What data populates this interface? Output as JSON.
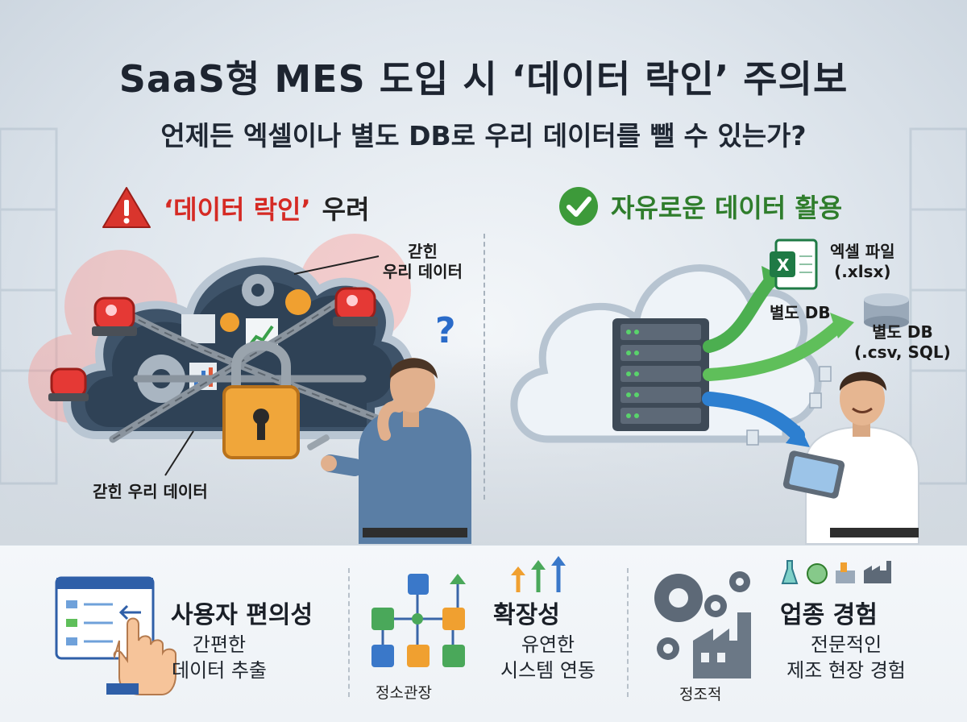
{
  "title": "SaaS형 MES 도입 시 ‘데이터 락인’ 주의보",
  "subtitle": "언제든 엑셀이나 별도 DB로 우리 데이터를 뺄 수 있는가?",
  "left_section": {
    "heading_quoted": "‘데이터 락인’",
    "heading_rest": "우려",
    "label_top_line1": "갇힌",
    "label_top_line2": "우리 데이터",
    "label_bottom": "갇힌 우리 데이터",
    "question_mark": "?"
  },
  "right_section": {
    "heading": "자유로운 데이터 활용",
    "excel_label_line1": "엑셀 파일",
    "excel_label_line2": "(.xlsx)",
    "excel_short": "별도 DB",
    "db_label_line1": "별도 DB",
    "db_label_line2": "(.csv, SQL)"
  },
  "features": [
    {
      "title": "사용자 편의성",
      "desc_line1": "간편한",
      "desc_line2": "데이터 추출"
    },
    {
      "title": "확장성",
      "desc_line1": "유연한",
      "desc_line2": "시스템 연동",
      "caption": "정소관장"
    },
    {
      "title": "업종 경험",
      "desc_line1": "전문적인",
      "desc_line2": "제조 현장 경험",
      "caption": "정조적"
    }
  ],
  "colors": {
    "danger": "#d52a24",
    "success": "#2f7d2c",
    "excel_green": "#1f7a45",
    "arrow_green": "#4caf50",
    "arrow_blue": "#2d7fd0"
  }
}
